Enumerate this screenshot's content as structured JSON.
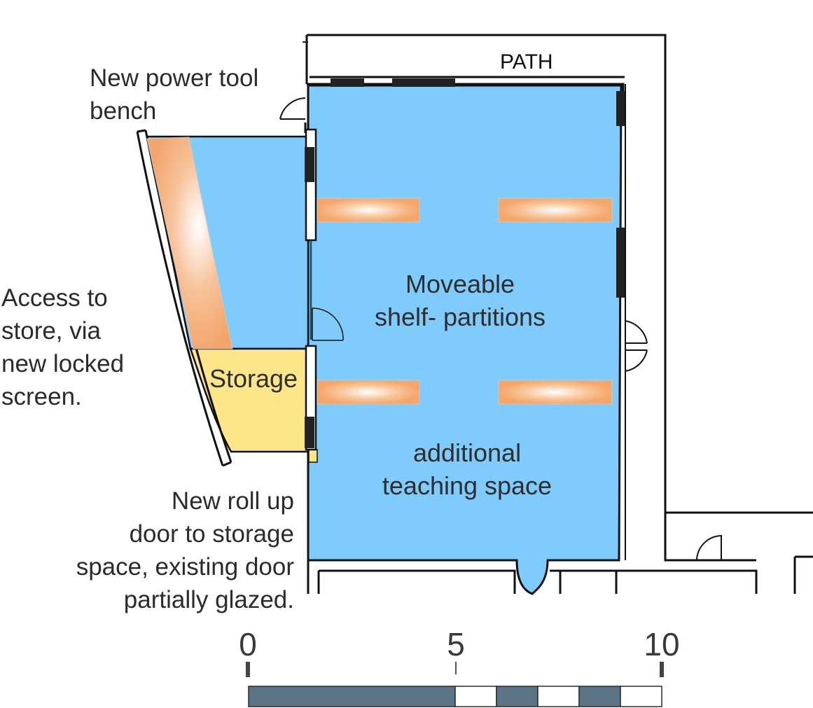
{
  "plan": {
    "path_label": "PATH",
    "labels": {
      "power_tool_bench": [
        "New power tool",
        "bench"
      ],
      "access_store": [
        "Access to",
        "store, via",
        "new locked",
        "screen."
      ],
      "roll_up_door": [
        "New roll up",
        "door to storage",
        "space, existing door",
        "partially glazed."
      ]
    },
    "rooms": {
      "storage": "Storage",
      "partitions": [
        "Moveable",
        "shelf- partitions"
      ],
      "teaching": [
        "additional",
        "teaching space"
      ]
    }
  },
  "scale_bar": {
    "ticks": [
      "0",
      "5",
      "10"
    ],
    "segments": [
      "dark",
      "light",
      "dark",
      "light",
      "dark",
      "light"
    ]
  },
  "colors": {
    "space_blue": "#7fcbfc",
    "storage_yellow": "#fde68a",
    "shelf_orange": "#f5a66a",
    "scale_dark": "#5a7385",
    "wall": "#111111"
  }
}
